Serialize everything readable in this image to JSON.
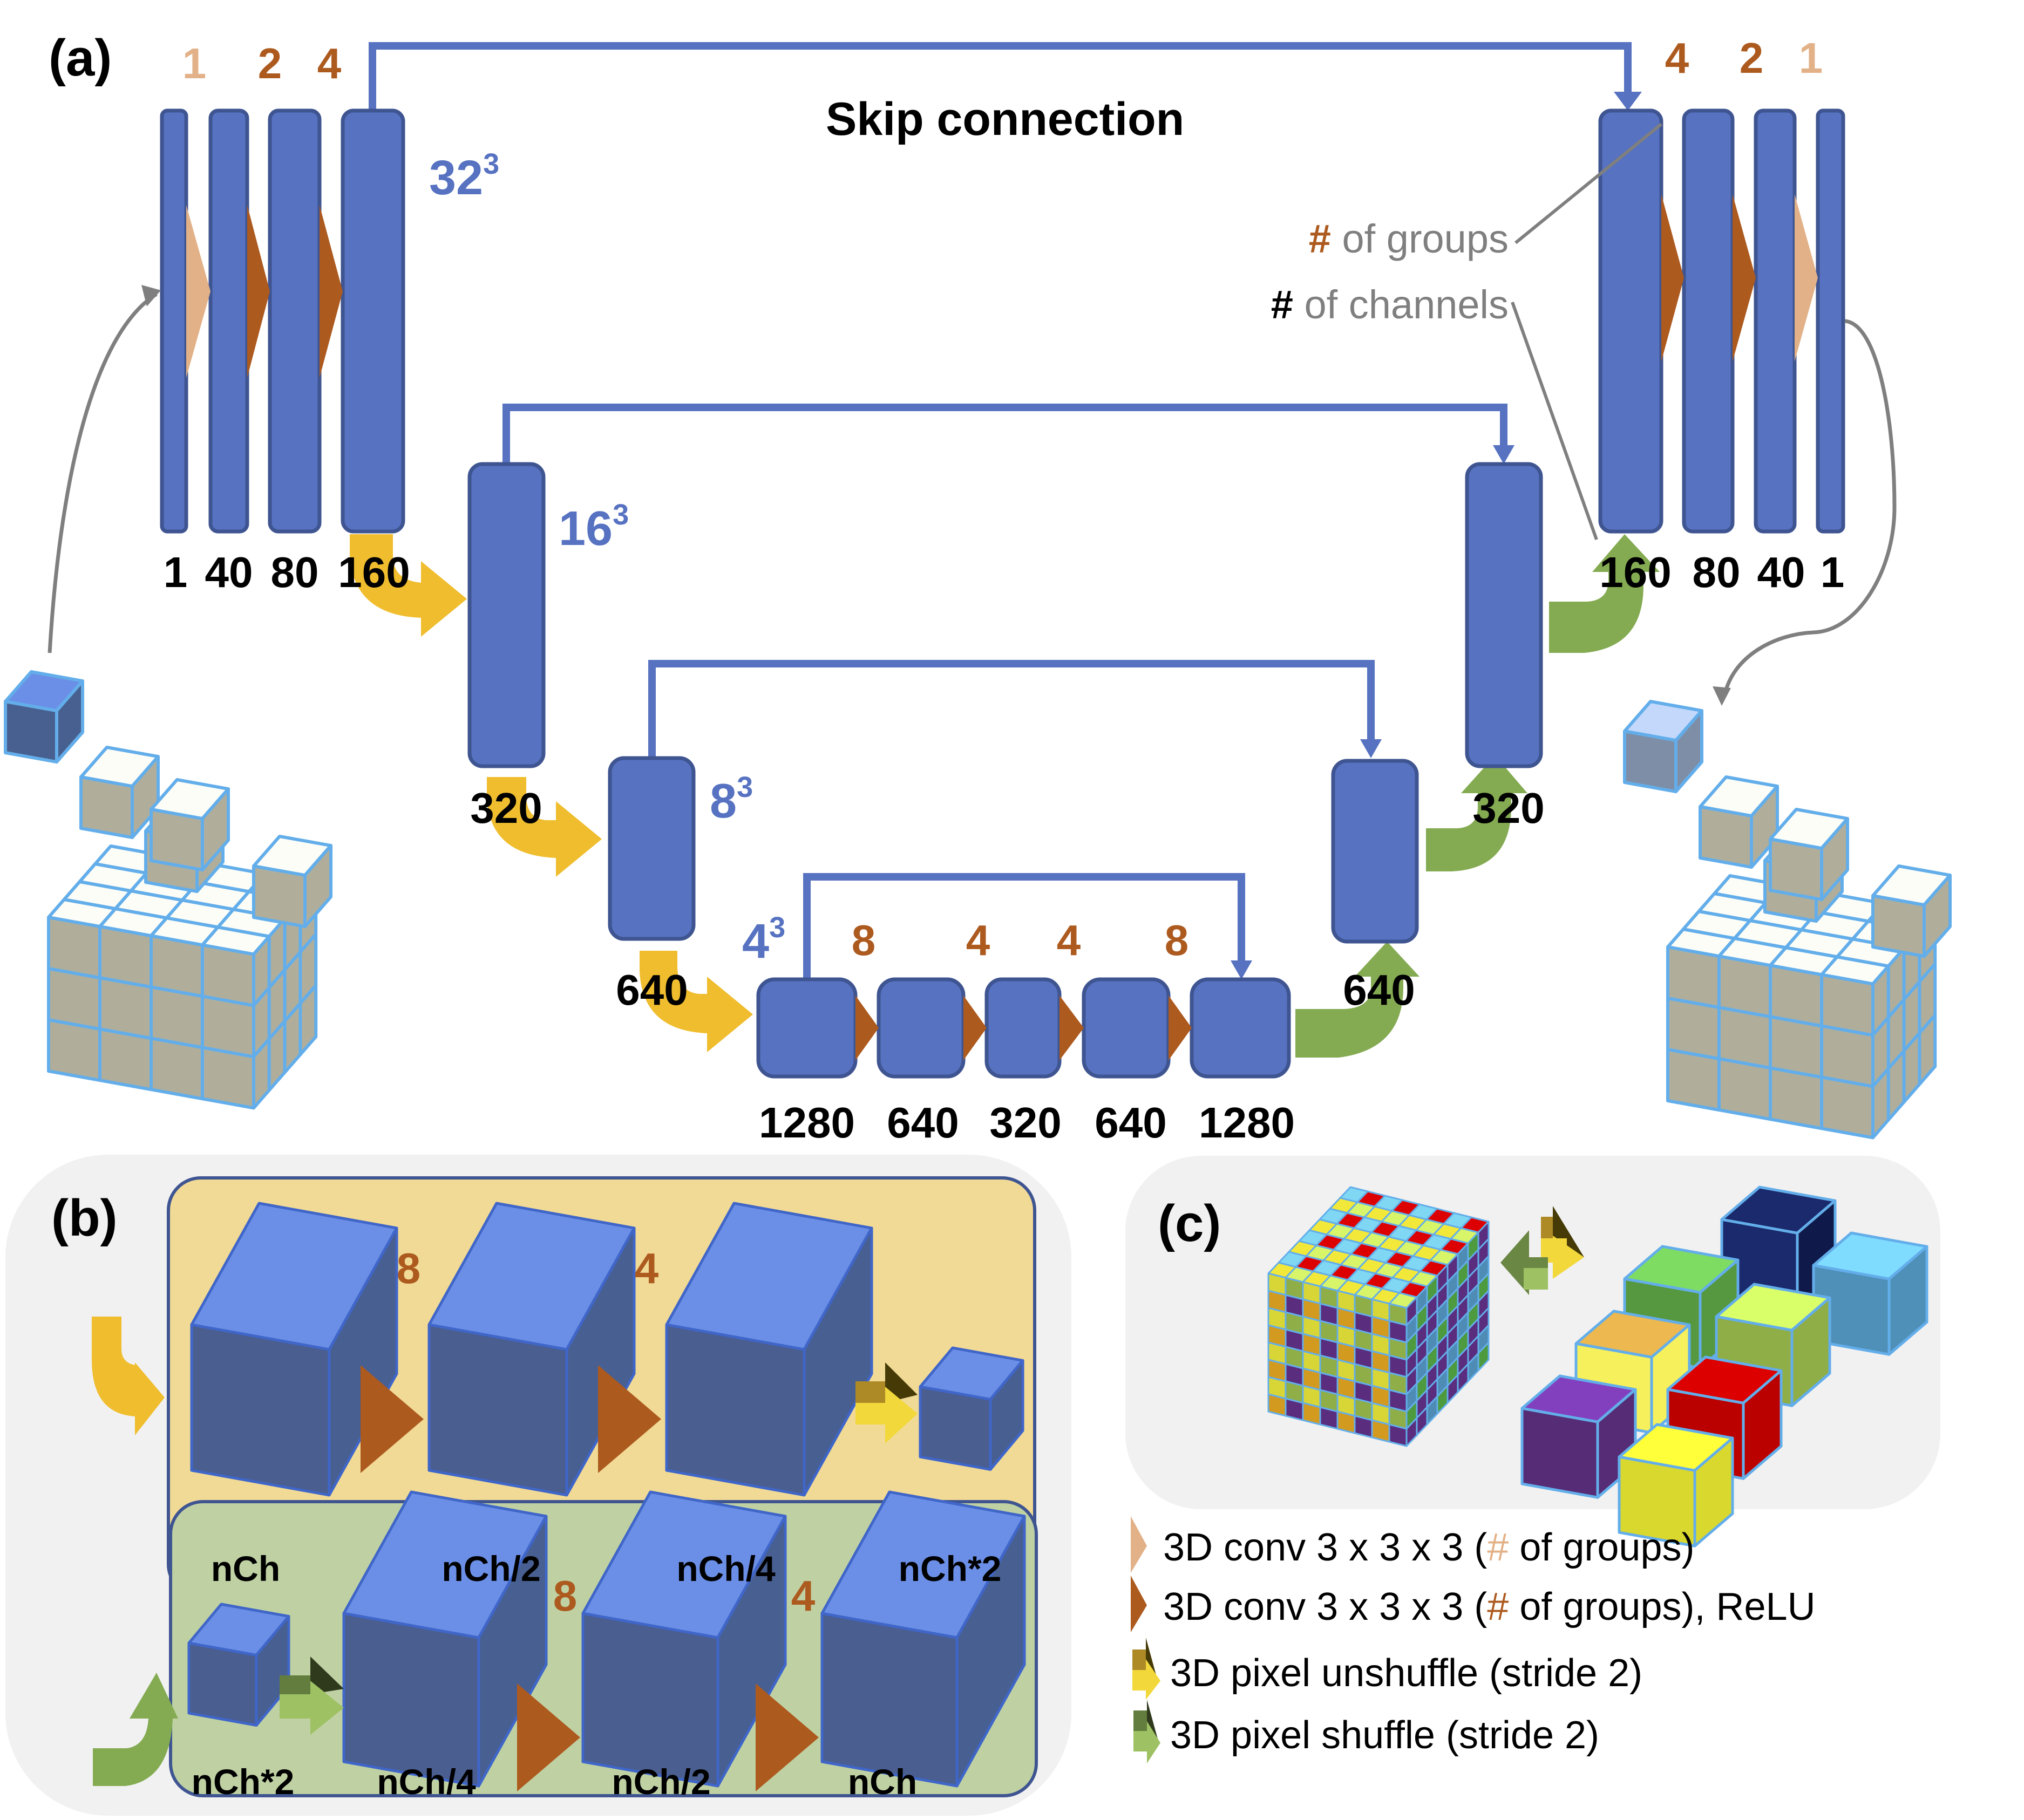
{
  "colors": {
    "block_fill": "#5672c1",
    "block_stroke": "#3f5591",
    "skip_line": "#5672c1",
    "conv_light": "#e3b187",
    "conv_relu": "#ad5a1f",
    "down_arrow": "#efbd2d",
    "up_arrow": "#84ab52",
    "gray_line": "#7f7f7f",
    "encoder_box": "#f1da96",
    "decoder_box": "#bfd1a3",
    "panel_bg": "#f1f1f1",
    "voxel_face": "#b0ae9b",
    "voxel_top": "#fcfdf7",
    "voxel_edge": "#63aeea"
  },
  "panel_a": {
    "label": "(a)",
    "skip_title": "Skip connection",
    "annotations": {
      "groups_hash": "#",
      "groups_text": " of groups",
      "channels_hash": "#",
      "channels_text": " of channels"
    },
    "encoder": {
      "level1": {
        "resolution": "32",
        "exponent": "3",
        "groups": [
          "1",
          "2",
          "4"
        ],
        "channels": [
          "1",
          "40",
          "80",
          "160"
        ]
      },
      "level2": {
        "resolution": "16",
        "exponent": "3",
        "channels": "320"
      },
      "level3": {
        "resolution": "8",
        "exponent": "3",
        "channels": "640"
      }
    },
    "bottleneck": {
      "resolution": "4",
      "exponent": "3",
      "groups": [
        "8",
        "4",
        "4",
        "8"
      ],
      "channels": [
        "1280",
        "640",
        "320",
        "640",
        "1280"
      ]
    },
    "decoder": {
      "level3": {
        "channels": "640"
      },
      "level2": {
        "channels": "320"
      },
      "level1": {
        "groups": [
          "4",
          "2",
          "1"
        ],
        "channels": [
          "160",
          "80",
          "40",
          "1"
        ]
      }
    }
  },
  "panel_b": {
    "label": "(b)",
    "encoder_block": {
      "groups": [
        "8",
        "4"
      ],
      "labels": [
        "nCh",
        "nCh/2",
        "nCh/4",
        "nCh*2"
      ]
    },
    "decoder_block": {
      "groups": [
        "8",
        "4"
      ],
      "labels": [
        "nCh*2",
        "nCh/4",
        "nCh/2",
        "nCh"
      ]
    }
  },
  "panel_c": {
    "label": "(c)"
  },
  "legend": [
    {
      "icon": "conv-triangle-light",
      "pre": "3D conv 3 x 3 x 3 (",
      "hash": "#",
      "post": " of groups)"
    },
    {
      "icon": "conv-triangle-relu",
      "pre": "3D conv 3 x 3 x 3 (",
      "hash": "#",
      "post": " of groups), ReLU"
    },
    {
      "icon": "pixel-unshuffle-arrow",
      "text": "3D pixel unshuffle (stride 2)"
    },
    {
      "icon": "pixel-shuffle-arrow",
      "text": "3D pixel shuffle (stride 2)"
    }
  ]
}
